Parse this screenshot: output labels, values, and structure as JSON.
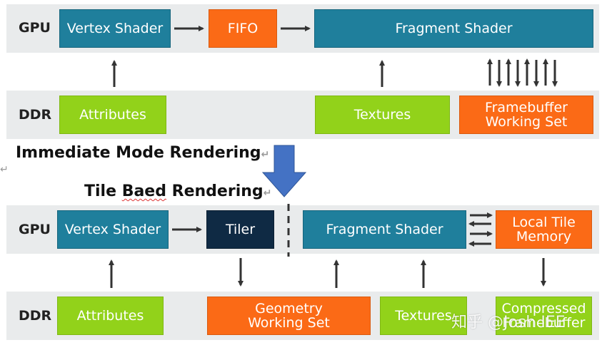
{
  "immediate": {
    "gpu_label": "GPU",
    "ddr_label": "DDR",
    "vertex_shader": "Vertex Shader",
    "fifo": "FIFO",
    "fragment_shader": "Fragment Shader",
    "attributes": "Attributes",
    "textures": "Textures",
    "framebuffer_l1": "Framebuffer",
    "framebuffer_l2": "Working Set"
  },
  "headings": {
    "immediate": "Immediate Mode Rendering",
    "tile": "Tile Baed Rendering",
    "tile_first": "Tile",
    "tile_misspelled": "Baed",
    "tile_rest": "Rendering",
    "return_mark": "↵"
  },
  "tiled": {
    "gpu_label": "GPU",
    "ddr_label": "DDR",
    "vertex_shader": "Vertex Shader",
    "tiler": "Tiler",
    "fragment_shader": "Fragment Shader",
    "local_tile_l1": "Local Tile",
    "local_tile_l2": "Memory",
    "attributes": "Attributes",
    "geometry_l1": "Geometry",
    "geometry_l2": "Working Set",
    "textures": "Textures",
    "compressed_l1": "Compressed",
    "compressed_l2": "Framebuffer"
  },
  "watermark": "知乎 @Josh IEE",
  "colors": {
    "shader_blue": "#1f7f9c",
    "memory_orange": "#fb6a16",
    "ddr_green": "#92d21a",
    "tiler_navy": "#0f2a44",
    "transition_arrow": "#4472c4"
  }
}
